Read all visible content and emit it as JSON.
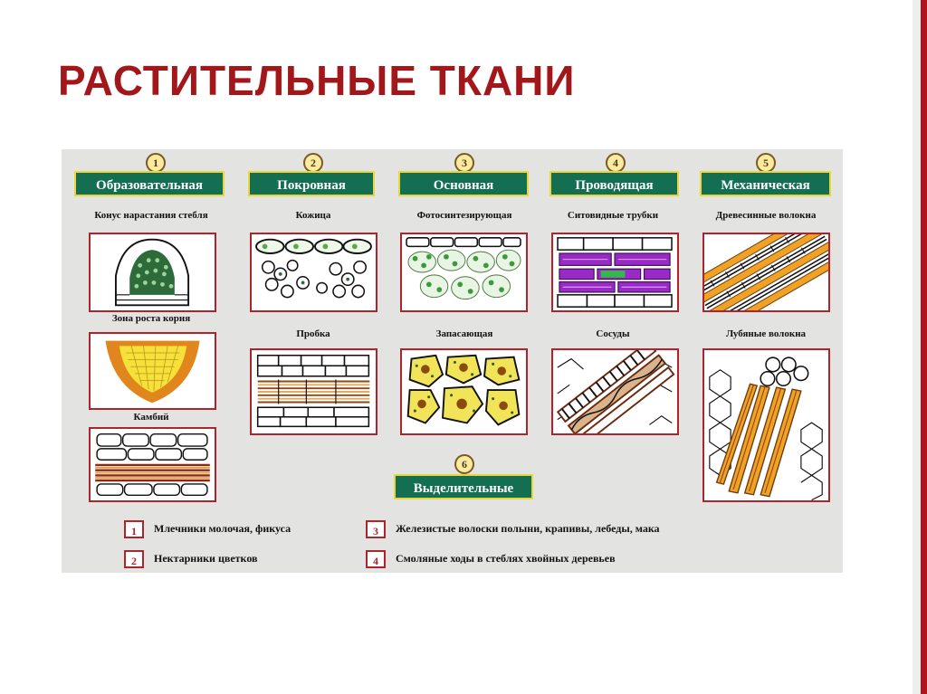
{
  "slide": {
    "title": "РАСТИТЕЛЬНЫЕ ТКАНИ"
  },
  "columns": [
    {
      "number": "1",
      "category": "Образовательная",
      "items": [
        "Конус нарастания стебля",
        "Зона роста корня",
        "Камбий"
      ]
    },
    {
      "number": "2",
      "category": "Покровная",
      "items": [
        "Кожица",
        "Пробка"
      ]
    },
    {
      "number": "3",
      "category": "Основная",
      "items": [
        "Фотосинтезирующая",
        "Запасающая"
      ]
    },
    {
      "number": "4",
      "category": "Проводящая",
      "items": [
        "Ситовидные трубки",
        "Сосуды"
      ]
    },
    {
      "number": "5",
      "category": "Механическая",
      "items": [
        "Древесинные волокна",
        "Лубяные волокна"
      ]
    }
  ],
  "secretory": {
    "number": "6",
    "category": "Выделительные",
    "legend": [
      {
        "num": "1",
        "text": "Млечники молочая, фикуса"
      },
      {
        "num": "2",
        "text": "Нектарники цветков"
      },
      {
        "num": "3",
        "text": "Железистые волоски полыни, крапивы, лебеды, мака"
      },
      {
        "num": "4",
        "text": "Смоляные ходы в стеблях хвойных деревьев"
      }
    ]
  },
  "colors": {
    "title": "#a3161a",
    "category_bg": "#136e52",
    "category_border": "#e8d73a",
    "frame": "#b1232a",
    "panel_bg": "#e3e4e1",
    "accent_bar": "#b3131a"
  }
}
